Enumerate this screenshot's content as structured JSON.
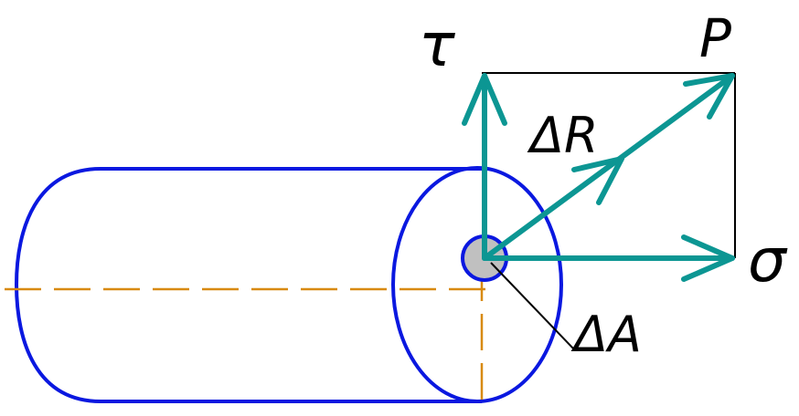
{
  "labels": {
    "tau": "τ",
    "p": "P",
    "delta_r": "ΔR",
    "sigma": "σ",
    "delta_a": "ΔA"
  },
  "colors": {
    "cylinder": "#0a18e0",
    "axis": "#d88a10",
    "vector": "#0c9693",
    "area_fill": "#c0c0c0",
    "construction": "#000000"
  }
}
